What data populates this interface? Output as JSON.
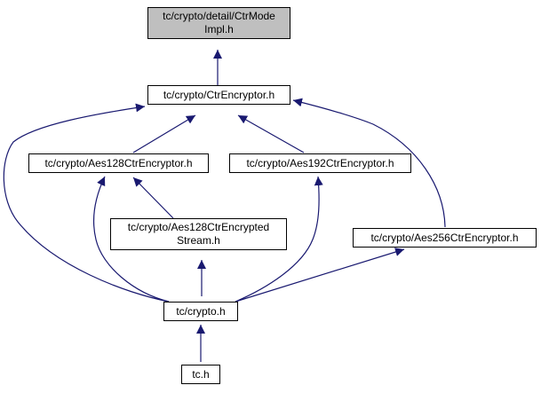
{
  "colors": {
    "edge": "#191970",
    "node_border": "#000000",
    "focus_fill": "#bfbfbf",
    "node_fill": "#ffffff"
  },
  "nodes": {
    "ctr_mode_impl": {
      "line1": "tc/crypto/detail/CtrMode",
      "line2": "Impl.h"
    },
    "ctr_encryptor": {
      "line1": "tc/crypto/CtrEncryptor.h"
    },
    "aes128_ctr": {
      "line1": "tc/crypto/Aes128CtrEncryptor.h"
    },
    "aes192_ctr": {
      "line1": "tc/crypto/Aes192CtrEncryptor.h"
    },
    "aes128_stream": {
      "line1": "tc/crypto/Aes128CtrEncrypted",
      "line2": "Stream.h"
    },
    "aes256_ctr": {
      "line1": "tc/crypto/Aes256CtrEncryptor.h"
    },
    "crypto_h": {
      "line1": "tc/crypto.h"
    },
    "tc_h": {
      "line1": "tc.h"
    }
  }
}
